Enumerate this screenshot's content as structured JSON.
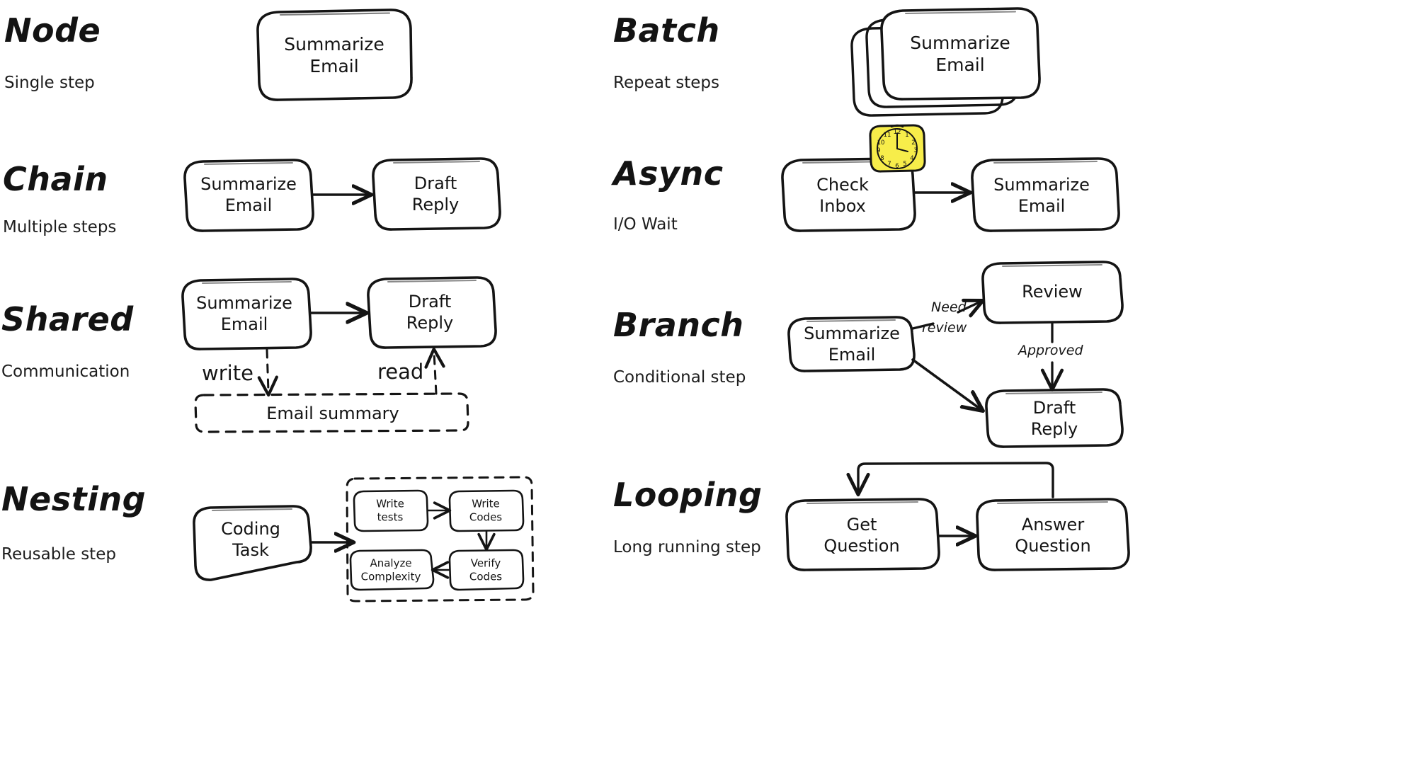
{
  "meta": {
    "background": "#ffffff",
    "ink": "#1b1b1b",
    "accent_yellow": "#f7ed4a"
  },
  "sections": [
    {
      "id": "node",
      "title": "Node",
      "subtitle": "Single step",
      "nodes": [
        {
          "id": "summarize-email",
          "label": "Summarize\nEmail"
        }
      ],
      "edges": []
    },
    {
      "id": "batch",
      "title": "Batch",
      "subtitle": "Repeat steps",
      "nodes": [
        {
          "id": "summarize-email-stack",
          "label": "Summarize\nEmail",
          "stacked": 3
        }
      ],
      "edges": []
    },
    {
      "id": "chain",
      "title": "Chain",
      "subtitle": "Multiple steps",
      "nodes": [
        {
          "id": "summarize-email",
          "label": "Summarize\nEmail"
        },
        {
          "id": "draft-reply",
          "label": "Draft\nReply"
        }
      ],
      "edges": [
        {
          "from": "summarize-email",
          "to": "draft-reply",
          "label": ""
        }
      ]
    },
    {
      "id": "async",
      "title": "Async",
      "subtitle": "I/O Wait",
      "nodes": [
        {
          "id": "check-inbox",
          "label": "Check\nInbox",
          "badge": "clock-icon"
        },
        {
          "id": "summarize-email",
          "label": "Summarize\nEmail"
        }
      ],
      "edges": [
        {
          "from": "check-inbox",
          "to": "summarize-email",
          "label": ""
        }
      ]
    },
    {
      "id": "shared",
      "title": "Shared",
      "subtitle": "Communication",
      "nodes": [
        {
          "id": "summarize-email",
          "label": "Summarize\nEmail"
        },
        {
          "id": "draft-reply",
          "label": "Draft\nReply"
        },
        {
          "id": "email-summary",
          "label": "Email summary",
          "style": "dashed-store"
        }
      ],
      "edges": [
        {
          "from": "summarize-email",
          "to": "draft-reply",
          "label": ""
        },
        {
          "from": "summarize-email",
          "to": "email-summary",
          "label": "write",
          "style": "dashed"
        },
        {
          "from": "email-summary",
          "to": "draft-reply",
          "label": "read",
          "style": "dashed"
        }
      ]
    },
    {
      "id": "branch",
      "title": "Branch",
      "subtitle": "Conditional step",
      "nodes": [
        {
          "id": "summarize-email",
          "label": "Summarize\nEmail"
        },
        {
          "id": "review",
          "label": "Review"
        },
        {
          "id": "draft-reply",
          "label": "Draft\nReply"
        }
      ],
      "edges": [
        {
          "from": "summarize-email",
          "to": "review",
          "label": "Need\nreview"
        },
        {
          "from": "review",
          "to": "draft-reply",
          "label": "Approved"
        },
        {
          "from": "summarize-email",
          "to": "draft-reply",
          "label": ""
        }
      ]
    },
    {
      "id": "nesting",
      "title": "Nesting",
      "subtitle": "Reusable step",
      "nodes": [
        {
          "id": "coding-task",
          "label": "Coding\nTask"
        },
        {
          "id": "write-tests",
          "label": "Write\ntests"
        },
        {
          "id": "write-codes",
          "label": "Write\nCodes"
        },
        {
          "id": "verify-codes",
          "label": "Verify\nCodes"
        },
        {
          "id": "analyze-complexity",
          "label": "Analyze\nComplexity"
        }
      ],
      "edges": [
        {
          "from": "coding-task",
          "to": "write-tests",
          "label": ""
        },
        {
          "from": "write-tests",
          "to": "write-codes",
          "label": ""
        },
        {
          "from": "write-codes",
          "to": "verify-codes",
          "label": ""
        },
        {
          "from": "verify-codes",
          "to": "analyze-complexity",
          "label": ""
        }
      ]
    },
    {
      "id": "looping",
      "title": "Looping",
      "subtitle": "Long running step",
      "nodes": [
        {
          "id": "get-question",
          "label": "Get\nQuestion"
        },
        {
          "id": "answer-question",
          "label": "Answer\nQuestion"
        }
      ],
      "edges": [
        {
          "from": "get-question",
          "to": "answer-question",
          "label": ""
        },
        {
          "from": "answer-question",
          "to": "get-question",
          "label": "",
          "style": "loop-back"
        }
      ]
    }
  ],
  "labels": {
    "node_title": "Node",
    "node_sub": "Single step",
    "node_box": "Summarize\nEmail",
    "batch_title": "Batch",
    "batch_sub": "Repeat steps",
    "batch_box": "Summarize\nEmail",
    "chain_title": "Chain",
    "chain_sub": "Multiple steps",
    "chain_box1": "Summarize\nEmail",
    "chain_box2": "Draft\nReply",
    "async_title": "Async",
    "async_sub": "I/O Wait",
    "async_box1": "Check\nInbox",
    "async_box2": "Summarize\nEmail",
    "shared_title": "Shared",
    "shared_sub": "Communication",
    "shared_box1": "Summarize\nEmail",
    "shared_box2": "Draft\nReply",
    "shared_store": "Email summary",
    "shared_write": "write",
    "shared_read": "read",
    "branch_title": "Branch",
    "branch_sub": "Conditional step",
    "branch_box1": "Summarize\nEmail",
    "branch_box2": "Review",
    "branch_box3": "Draft\nReply",
    "branch_need": "Need",
    "branch_review": "review",
    "branch_approved": "Approved",
    "nesting_title": "Nesting",
    "nesting_sub": "Reusable step",
    "nesting_box1": "Coding\nTask",
    "nesting_sub1": "Write\ntests",
    "nesting_sub2": "Write\nCodes",
    "nesting_sub3": "Verify\nCodes",
    "nesting_sub4": "Analyze\nComplexity",
    "looping_title": "Looping",
    "looping_sub": "Long running step",
    "looping_box1": "Get\nQuestion",
    "looping_box2": "Answer\nQuestion"
  },
  "clock": {
    "icon": "clock-icon",
    "fill": "#f7ed4a",
    "hours": [
      "12",
      "1",
      "2",
      "3",
      "4",
      "5",
      "6",
      "7",
      "8",
      "9",
      "10",
      "11"
    ]
  }
}
